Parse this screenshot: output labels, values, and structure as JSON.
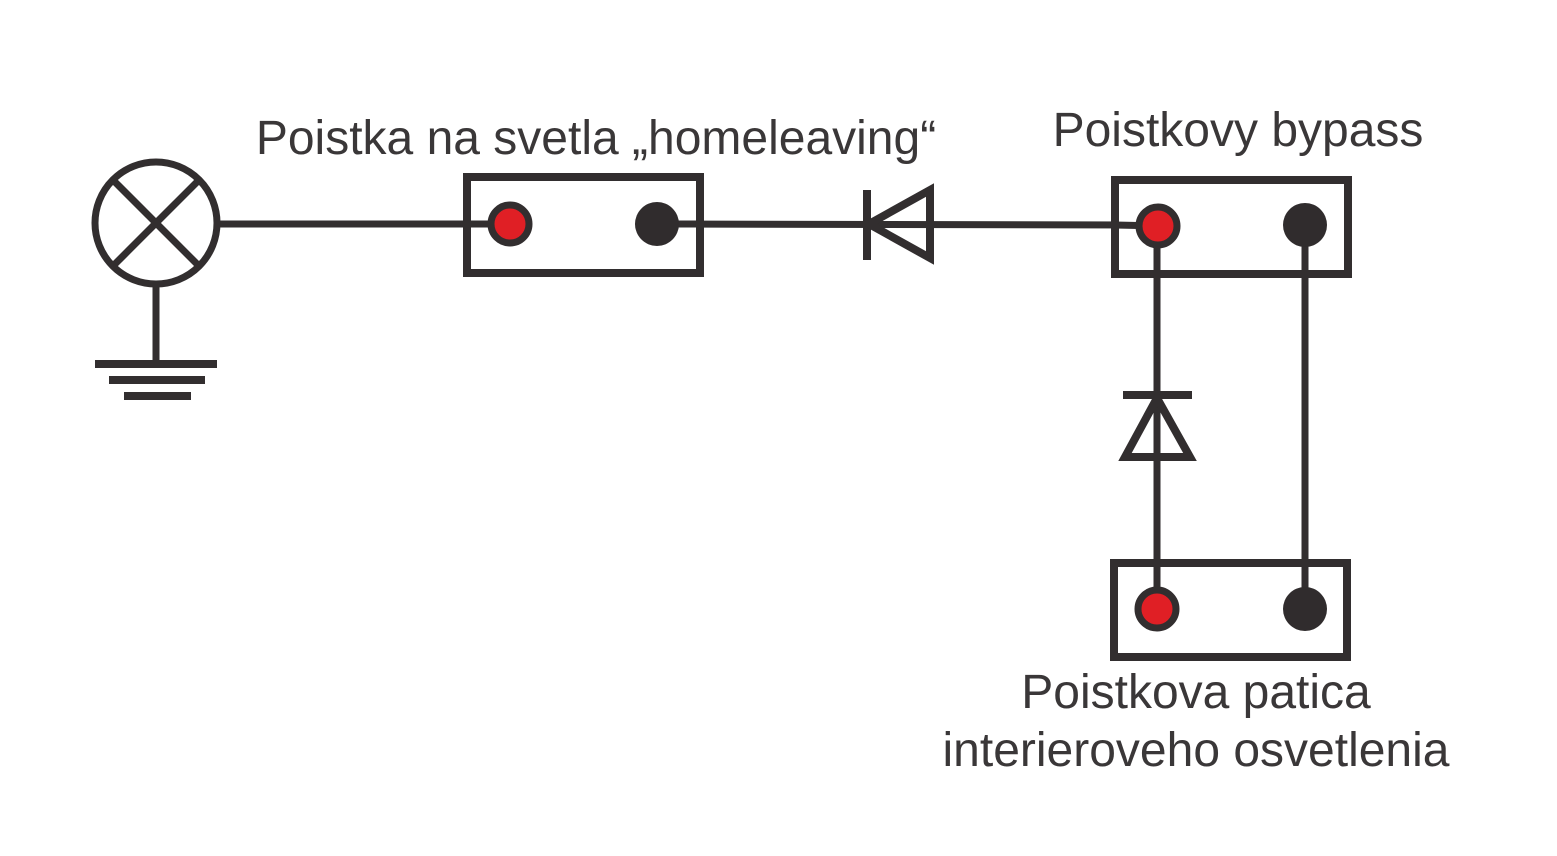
{
  "labels": {
    "fuse_homeleaving": "Poistka na svetla „homeleaving“",
    "fuse_bypass": "Poistkovy bypass",
    "fuse_socket_line1": "Poistkova patica",
    "fuse_socket_line2": "interieroveho osvetlenia"
  },
  "colors": {
    "line-color": "#322e2f",
    "text-color": "#3a3738",
    "terminal-red": "#e01f25",
    "terminal-black": "#302c2d",
    "background": "#ffffff"
  },
  "components": [
    {
      "name": "lamp-symbol",
      "type": "lamp"
    },
    {
      "name": "ground-symbol",
      "type": "earth-ground"
    },
    {
      "name": "fuse-box-homeleaving",
      "type": "fuse-holder",
      "terminals": [
        "red",
        "black"
      ]
    },
    {
      "name": "diode-horizontal",
      "type": "diode",
      "direction": "left"
    },
    {
      "name": "fuse-box-bypass",
      "type": "fuse-holder",
      "terminals": [
        "red",
        "black"
      ]
    },
    {
      "name": "diode-vertical",
      "type": "diode",
      "direction": "up"
    },
    {
      "name": "fuse-box-interior-lighting",
      "type": "fuse-holder",
      "terminals": [
        "red",
        "black"
      ]
    }
  ]
}
